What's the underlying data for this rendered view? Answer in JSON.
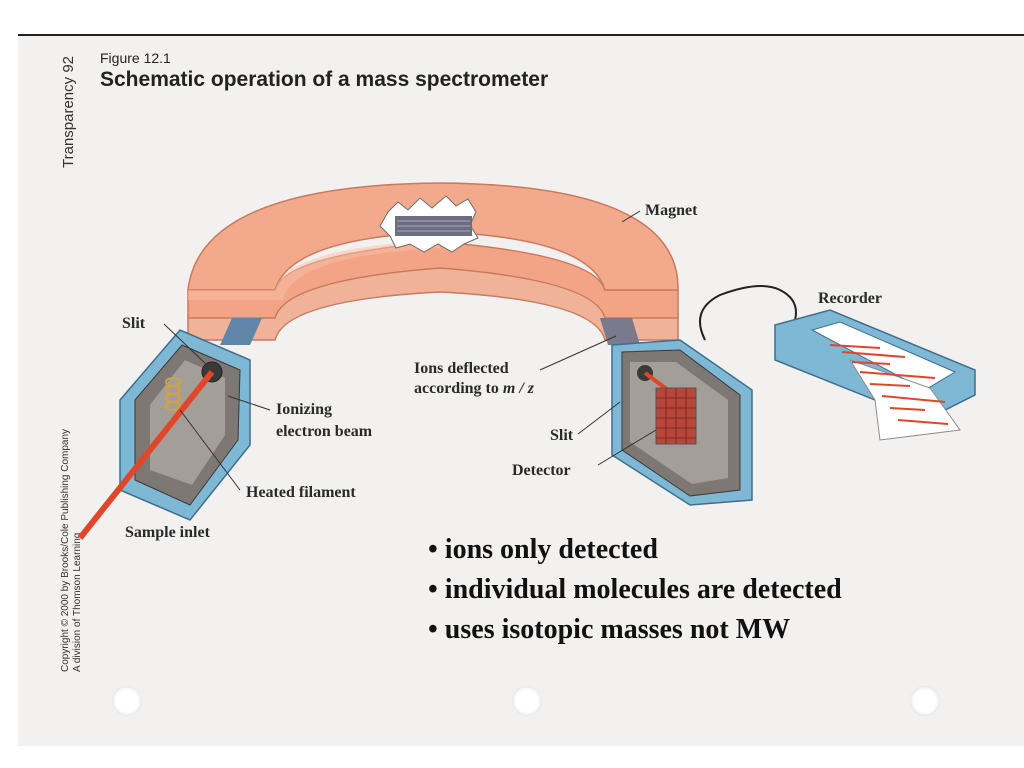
{
  "sidebar": {
    "transparency": "Transparency 92",
    "copyright_line1": "Copyright © 2000 by Brooks/Cole Publishing Company",
    "copyright_line2": "A division of Thomson Learning"
  },
  "figure": {
    "number": "Figure 12.1",
    "title": "Schematic operation of a mass spectrometer"
  },
  "labels": {
    "magnet": "Magnet",
    "recorder": "Recorder",
    "slit_left": "Slit",
    "ions_line1": "Ions deflected",
    "ions_line2": "according to ",
    "ions_mz": "m / z",
    "ionizing_line1": "Ionizing",
    "ionizing_line2": "electron beam",
    "slit_right": "Slit",
    "detector": "Detector",
    "heated_filament": "Heated filament",
    "sample_inlet": "Sample inlet"
  },
  "bullets": [
    "• ions only detected",
    "• individual molecules are detected",
    "• uses isotopic masses not MW"
  ],
  "colors": {
    "magnet": "#f2a98c",
    "magnet_edge": "#c97a5e",
    "chamber": "#7fb8d4",
    "beam": "#e0462a",
    "interior": "#7d7873"
  }
}
